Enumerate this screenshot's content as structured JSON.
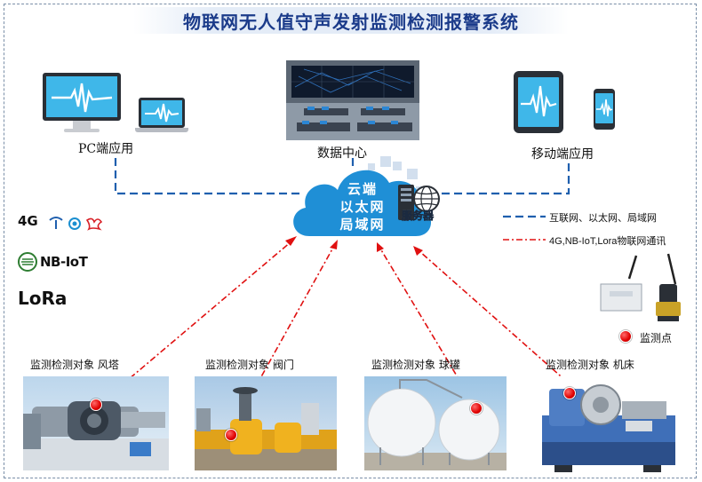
{
  "title": "物联网无人值守声发射监测检测报警系统",
  "nodes": {
    "pc": "PC端应用",
    "datacenter": "数据中心",
    "mobile": "移动端应用",
    "cloud_lines": [
      "云端",
      "以太网",
      "局域网"
    ],
    "server": "服务器"
  },
  "legend": {
    "wired": "互联网、以太网、局域网",
    "wireless": "4G,NB-IoT,Lora物联网通讯",
    "point": "监测点"
  },
  "protocols": {
    "fourg": "4G",
    "nbiot": "NB-IoT",
    "lora": "LoRa"
  },
  "targets": [
    {
      "label": "监测检测对象  风塔"
    },
    {
      "label": "监测检测对象  阀门"
    },
    {
      "label": "监测检测对象  球罐"
    },
    {
      "label": "监测检测对象  机床"
    }
  ],
  "colors": {
    "title": "#1b3b8a",
    "wired_line": "#1f5fae",
    "wireless_line": "#e01010",
    "cloud": "#1f8fd6",
    "screen": "#3fb7e9"
  }
}
